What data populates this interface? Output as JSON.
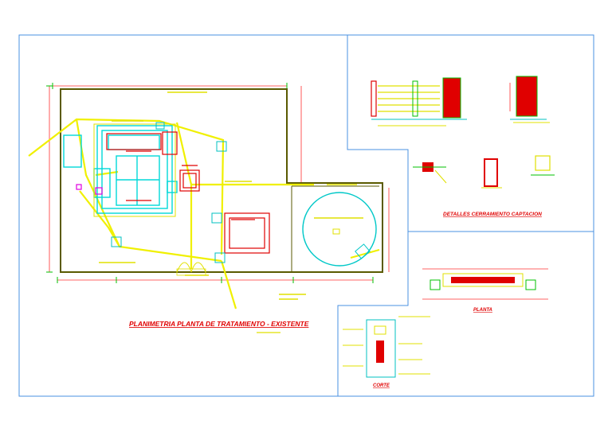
{
  "drawing": {
    "main_title": "PLANIMETRIA PLANTA DE TRATAMIENTO - EXISTENTE",
    "detail_title": "DETALLES CERRAMIENTO CAPTACION",
    "planta_label": "PLANTA",
    "corte_label": "CORTE"
  },
  "colors": {
    "frame": "#4a90e2",
    "red_text": "#e00000",
    "plot_line": "#ffff00",
    "plot_bg": "#ffffff",
    "outline": "#5a5a00",
    "cyan": "#00e0e0",
    "magenta": "#e000e0",
    "green": "#00c000"
  }
}
